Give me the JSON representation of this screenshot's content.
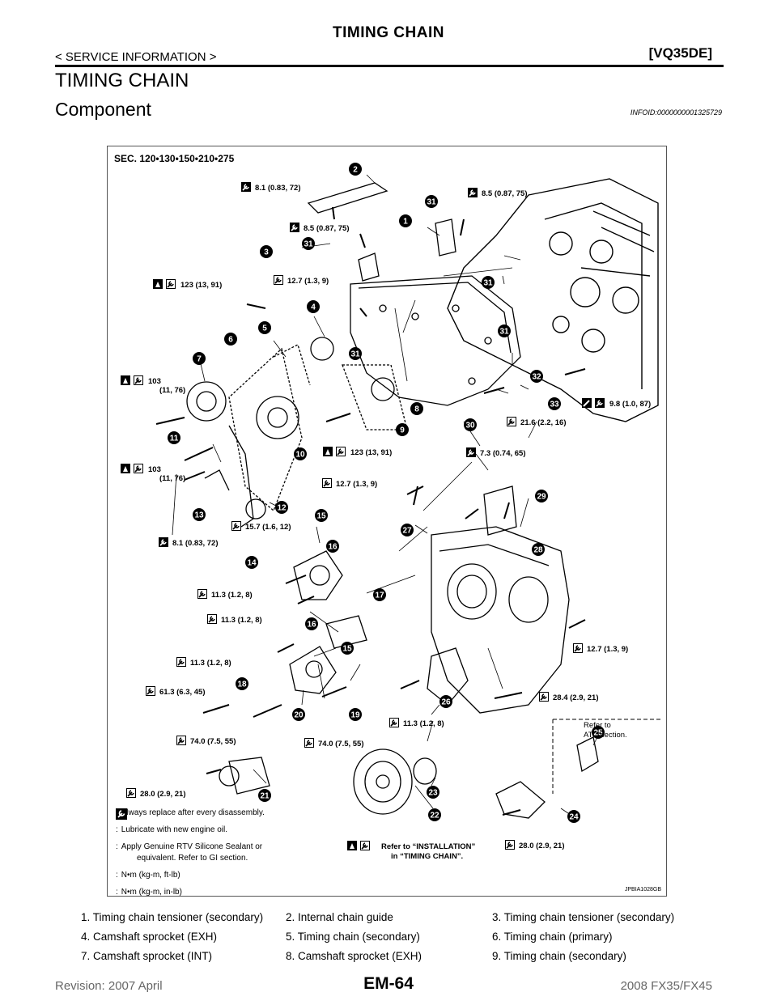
{
  "header": {
    "title": "TIMING CHAIN",
    "left": "< SERVICE INFORMATION >",
    "right": "[VQ35DE]"
  },
  "section_title": "TIMING CHAIN",
  "subsection_title": "Component",
  "info_id": "INFOID:0000000001325729",
  "figure": {
    "sec": "SEC. 120•130•150•210•275",
    "code": "JPBIA1028GB",
    "torque_labels": [
      "8.1 (0.83, 72)",
      "8.5 (0.87, 75)",
      "8.5 (0.87, 75)",
      "12.7 (1.3, 9)",
      "123 (13, 91)",
      "103",
      "(11, 76)",
      "103",
      "(11, 76)",
      "9.8 (1.0, 87)",
      "21.6 (2.2, 16)",
      "123 (13, 91)",
      "7.3 (0.74, 65)",
      "12.7 (1.3, 9)",
      "15.7 (1.6, 12)",
      "8.1 (0.83, 72)",
      "11.3 (1.2, 8)",
      "11.3 (1.2, 8)",
      "12.7 (1.3, 9)",
      "11.3 (1.2, 8)",
      "61.3 (6.3, 45)",
      "28.4 (2.9, 21)",
      "11.3 (1.2, 8)",
      "74.0 (7.5, 55)",
      "74.0 (7.5, 55)",
      "28.0 (2.9, 21)",
      "28.0 (2.9, 21)"
    ],
    "refer_atc": [
      "Refer to",
      "ATC section."
    ],
    "refer_install": [
      "Refer to “INSTALLATION”",
      "in “TIMING CHAIN”."
    ],
    "callouts": [
      "2",
      "31",
      "1",
      "3",
      "31",
      "31",
      "4",
      "5",
      "31",
      "6",
      "7",
      "31",
      "32",
      "8",
      "33",
      "9",
      "30",
      "11",
      "10",
      "12",
      "13",
      "15",
      "29",
      "27",
      "16",
      "14",
      "28",
      "17",
      "16",
      "15",
      "18",
      "26",
      "20",
      "19",
      "25",
      "23",
      "21",
      "22",
      "24"
    ]
  },
  "legend": [
    {
      "icon": "replace-icon",
      "text": "Always replace after every disassembly."
    },
    {
      "icon": "oil-icon",
      "text": "Lubricate with new engine oil."
    },
    {
      "icon": "sealant-icon",
      "text": "Apply Genuine RTV Silicone Sealant or"
    },
    {
      "icon": "",
      "text": "equivalent. Refer to GI section."
    },
    {
      "icon": "torque-ftlb-icon",
      "text": "N•m (kg-m, ft-lb)"
    },
    {
      "icon": "torque-inlb-icon",
      "text": "N•m (kg-m, in-lb)"
    }
  ],
  "parts": [
    [
      "1.   Timing chain tensioner (secondary)",
      "2.   Internal chain guide",
      "3.   Timing chain tensioner (secondary)"
    ],
    [
      "4.   Camshaft sprocket (EXH)",
      "5.   Timing chain (secondary)",
      "6.   Timing chain (primary)"
    ],
    [
      "7.   Camshaft sprocket (INT)",
      "8.   Camshaft sprocket (EXH)",
      "9.   Timing chain (secondary)"
    ]
  ],
  "footer": {
    "revision": "Revision: 2007 April",
    "page": "EM-64",
    "model": "2008 FX35/FX45"
  }
}
